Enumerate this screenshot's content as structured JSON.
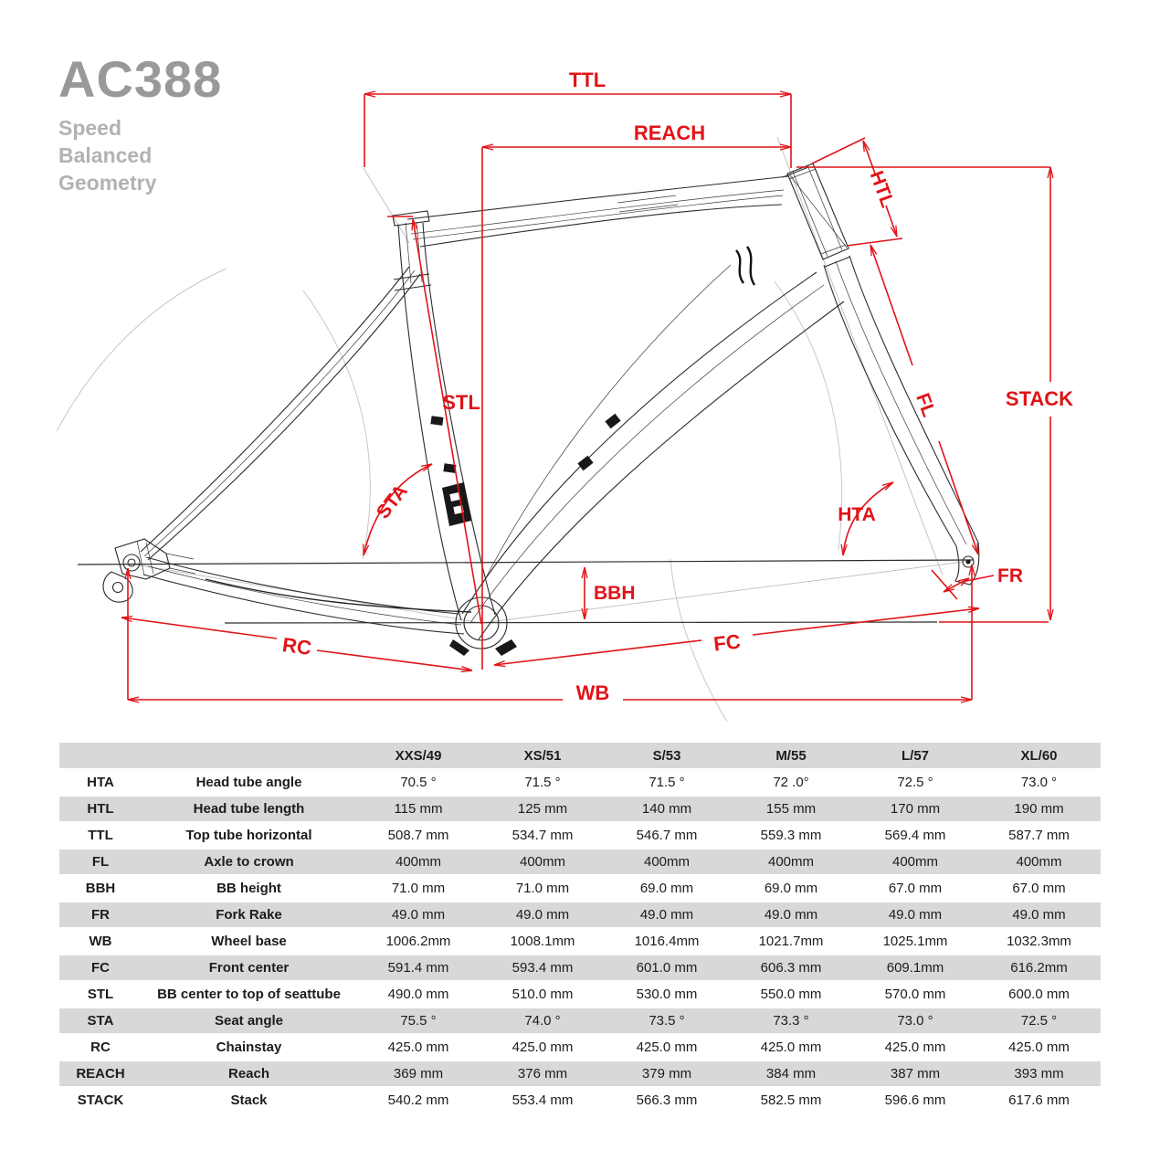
{
  "theme": {
    "accent_red": "#e01419",
    "frame_line_color": "#2b2b2b",
    "construction_line_color": "#c7c7c7",
    "title_gray": "#97999b",
    "subtitle_gray": "#b2b2b2",
    "row_shade_gray": "#d8d8d8"
  },
  "header": {
    "model": "AC388",
    "subtitle_lines": [
      "Speed",
      "Balanced",
      "Geometry"
    ]
  },
  "diagram": {
    "labels": {
      "ttl": "TTL",
      "reach": "REACH",
      "htl": "HTL",
      "stl": "STL",
      "sta": "STA",
      "bbh": "BBH",
      "hta": "HTA",
      "fl": "FL",
      "stack": "STACK",
      "fr": "FR",
      "rc": "RC",
      "fc": "FC",
      "wb": "WB"
    }
  },
  "table": {
    "columns": [
      "XXS/49",
      "XS/51",
      "S/53",
      "M/55",
      "L/57",
      "XL/60"
    ],
    "rows": [
      {
        "code": "HTA",
        "name": "Head tube angle",
        "values": [
          "70.5 °",
          "71.5 °",
          "71.5 °",
          "72 .0°",
          "72.5 °",
          "73.0 °"
        ]
      },
      {
        "code": "HTL",
        "name": "Head tube length",
        "values": [
          "115 mm",
          "125 mm",
          "140 mm",
          "155 mm",
          "170 mm",
          "190 mm"
        ]
      },
      {
        "code": "TTL",
        "name": "Top tube horizontal",
        "values": [
          "508.7 mm",
          "534.7 mm",
          "546.7 mm",
          "559.3 mm",
          "569.4 mm",
          "587.7 mm"
        ]
      },
      {
        "code": "FL",
        "name": "Axle to crown",
        "values": [
          "400mm",
          "400mm",
          "400mm",
          "400mm",
          "400mm",
          "400mm"
        ]
      },
      {
        "code": "BBH",
        "name": "BB height",
        "values": [
          "71.0 mm",
          "71.0 mm",
          "69.0 mm",
          "69.0 mm",
          "67.0 mm",
          "67.0 mm"
        ]
      },
      {
        "code": "FR",
        "name": "Fork Rake",
        "values": [
          "49.0 mm",
          "49.0 mm",
          "49.0 mm",
          "49.0 mm",
          "49.0 mm",
          "49.0 mm"
        ]
      },
      {
        "code": "WB",
        "name": "Wheel base",
        "values": [
          "1006.2mm",
          "1008.1mm",
          "1016.4mm",
          "1021.7mm",
          "1025.1mm",
          "1032.3mm"
        ]
      },
      {
        "code": "FC",
        "name": "Front center",
        "values": [
          "591.4 mm",
          "593.4 mm",
          "601.0 mm",
          "606.3 mm",
          "609.1mm",
          "616.2mm"
        ]
      },
      {
        "code": "STL",
        "name": "BB center to top of seattube",
        "values": [
          "490.0 mm",
          "510.0 mm",
          "530.0 mm",
          "550.0 mm",
          "570.0 mm",
          "600.0 mm"
        ]
      },
      {
        "code": "STA",
        "name": "Seat angle",
        "values": [
          "75.5 °",
          "74.0 °",
          "73.5 °",
          "73.3 °",
          "73.0 °",
          "72.5 °"
        ]
      },
      {
        "code": "RC",
        "name": "Chainstay",
        "values": [
          "425.0 mm",
          "425.0 mm",
          "425.0 mm",
          "425.0 mm",
          "425.0 mm",
          "425.0 mm"
        ]
      },
      {
        "code": "REACH",
        "name": "Reach",
        "values": [
          "369 mm",
          "376 mm",
          "379 mm",
          "384 mm",
          "387 mm",
          "393 mm"
        ]
      },
      {
        "code": "STACK",
        "name": "Stack",
        "values": [
          "540.2 mm",
          "553.4 mm",
          "566.3 mm",
          "582.5 mm",
          "596.6 mm",
          "617.6 mm"
        ]
      }
    ]
  }
}
